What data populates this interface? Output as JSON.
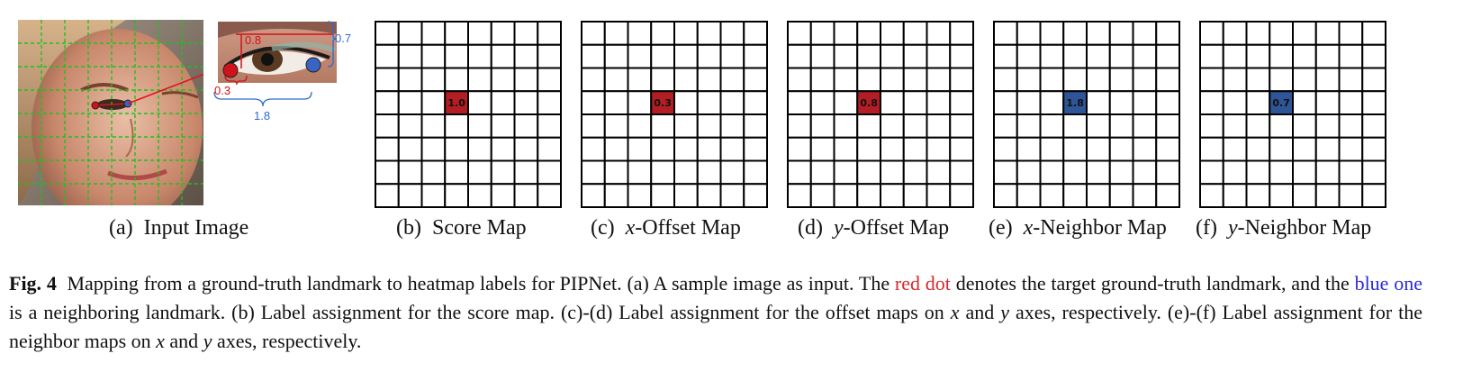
{
  "panel_a": {
    "zoom_labels": {
      "y_red": "0.8",
      "x_red": "0.3",
      "y_blue": "0.7",
      "x_blue": "1.8"
    }
  },
  "maps": [
    {
      "id": "score",
      "value": "1.0",
      "color": "#b21e24"
    },
    {
      "id": "x-offset",
      "value": "0.3",
      "color": "#b21e24"
    },
    {
      "id": "y-offset",
      "value": "0.8",
      "color": "#b21e24"
    },
    {
      "id": "x-neighbor",
      "value": "1.8",
      "color": "#2e5597"
    },
    {
      "id": "y-neighbor",
      "value": "0.7",
      "color": "#2e5597"
    }
  ],
  "grid": {
    "rows": 8,
    "cols": 8,
    "active_row": 3,
    "active_col": 3
  },
  "subcaptions": {
    "a": {
      "tag": "(a)",
      "pre": "Input Image",
      "italic": "",
      "post": ""
    },
    "b": {
      "tag": "(b)",
      "pre": "Score Map",
      "italic": "",
      "post": ""
    },
    "c": {
      "tag": "(c)",
      "pre": "",
      "italic": "x",
      "post": "-Offset Map"
    },
    "d": {
      "tag": "(d)",
      "pre": "",
      "italic": "y",
      "post": "-Offset Map"
    },
    "e": {
      "tag": "(e)",
      "pre": "",
      "italic": "x",
      "post": "-Neighbor Map"
    },
    "f": {
      "tag": "(f)",
      "pre": "",
      "italic": "y",
      "post": "-Neighbor Map"
    }
  },
  "caption": {
    "label": "Fig. 4",
    "t1": "Mapping from a ground-truth landmark to heatmap labels for PIPNet. (a) A sample image as input. The ",
    "red_text": "red dot",
    "t2": " denotes the target ground-truth landmark, and the ",
    "blue_text": "blue one",
    "t3": " is a neighboring landmark. (b) Label assignment for the score map. (c)-(d) Label assignment for the offset maps on ",
    "x1": "x",
    "t4": " and ",
    "y1": "y",
    "t5": " axes, respectively. (e)-(f) Label assignment for the neighbor maps on ",
    "x2": "x",
    "t6": " and ",
    "y2": "y",
    "t7": " axes, respectively."
  }
}
